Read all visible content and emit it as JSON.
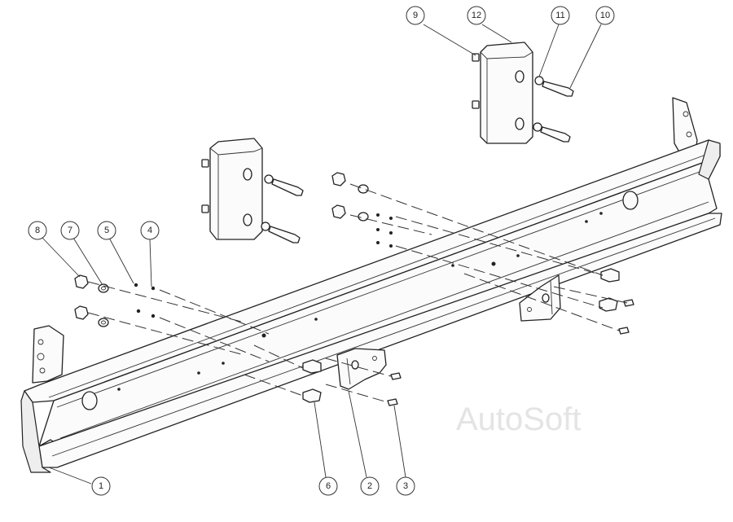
{
  "watermark": "AutoSoft",
  "callouts": [
    {
      "id": "1",
      "label": "1"
    },
    {
      "id": "2",
      "label": "2"
    },
    {
      "id": "3",
      "label": "3"
    },
    {
      "id": "4",
      "label": "4"
    },
    {
      "id": "5",
      "label": "5"
    },
    {
      "id": "6",
      "label": "6"
    },
    {
      "id": "7",
      "label": "7"
    },
    {
      "id": "8",
      "label": "8"
    },
    {
      "id": "9",
      "label": "9"
    },
    {
      "id": "10",
      "label": "10"
    },
    {
      "id": "11",
      "label": "11"
    },
    {
      "id": "12",
      "label": "12"
    }
  ],
  "colors": {
    "line": "#222222",
    "background": "#ffffff",
    "watermark": "#e4e4e4"
  }
}
